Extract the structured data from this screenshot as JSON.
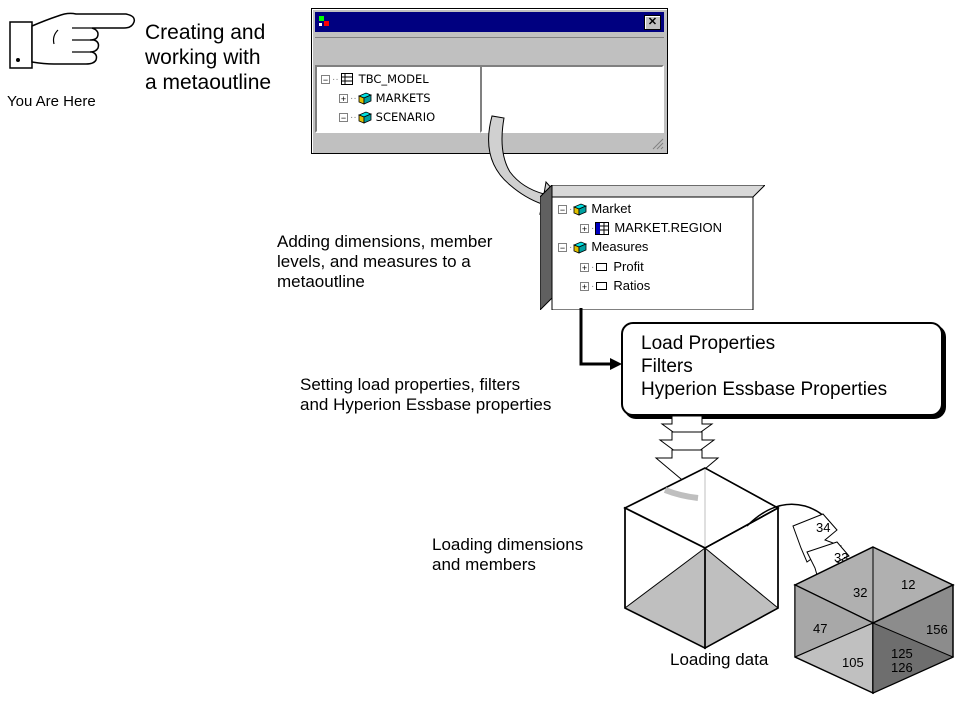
{
  "header": {
    "hand_caption": "You Are Here",
    "title_lines": [
      "Creating and",
      "working with",
      "a metaoutline"
    ]
  },
  "window": {
    "tree": [
      {
        "label": "TBC_MODEL",
        "icon": "table-icon"
      },
      {
        "label": "MARKETS",
        "icon": "cube-icon"
      },
      {
        "label": "SCENARIO",
        "icon": "cube-icon"
      }
    ],
    "close_glyph": "✕"
  },
  "outline_panel": {
    "tree": [
      {
        "label": "Market",
        "icon": "cube-icon",
        "expander": "⊟"
      },
      {
        "label": "MARKET.REGION",
        "icon": "table-icon",
        "expander": "⊞"
      },
      {
        "label": "Measures",
        "icon": "cube-icon",
        "expander": "⊟"
      },
      {
        "label": "Profit",
        "icon": "member-icon",
        "expander": "⊞"
      },
      {
        "label": "Ratios",
        "icon": "member-icon",
        "expander": "⊞"
      }
    ]
  },
  "steps": {
    "adding": [
      "Adding dimensions, member",
      "levels, and measures to a",
      "metaoutline"
    ],
    "setting": [
      "Setting load properties, filters",
      "and Hyperion Essbase properties"
    ],
    "loading_dims": [
      "Loading dimensions",
      "and members"
    ],
    "loading_data": "Loading data"
  },
  "properties_box": {
    "items": [
      "Load Properties",
      "Filters",
      "Hyperion Essbase Properties"
    ]
  },
  "data_cube": {
    "flying": [
      "34",
      "33"
    ],
    "top": [
      "32",
      "12"
    ],
    "left": [
      "47",
      "105"
    ],
    "right": [
      "156",
      "125",
      "126"
    ]
  },
  "colors": {
    "titlebar": "#000080",
    "window_bg": "#c0c0c0",
    "cube_icon": "#00c0c0",
    "empty_cube_shade": "#bfbfbf",
    "data_cube_light": "#c0c0c0",
    "data_cube_mid": "#8c8c8c",
    "data_cube_dark": "#6e6e6e"
  }
}
